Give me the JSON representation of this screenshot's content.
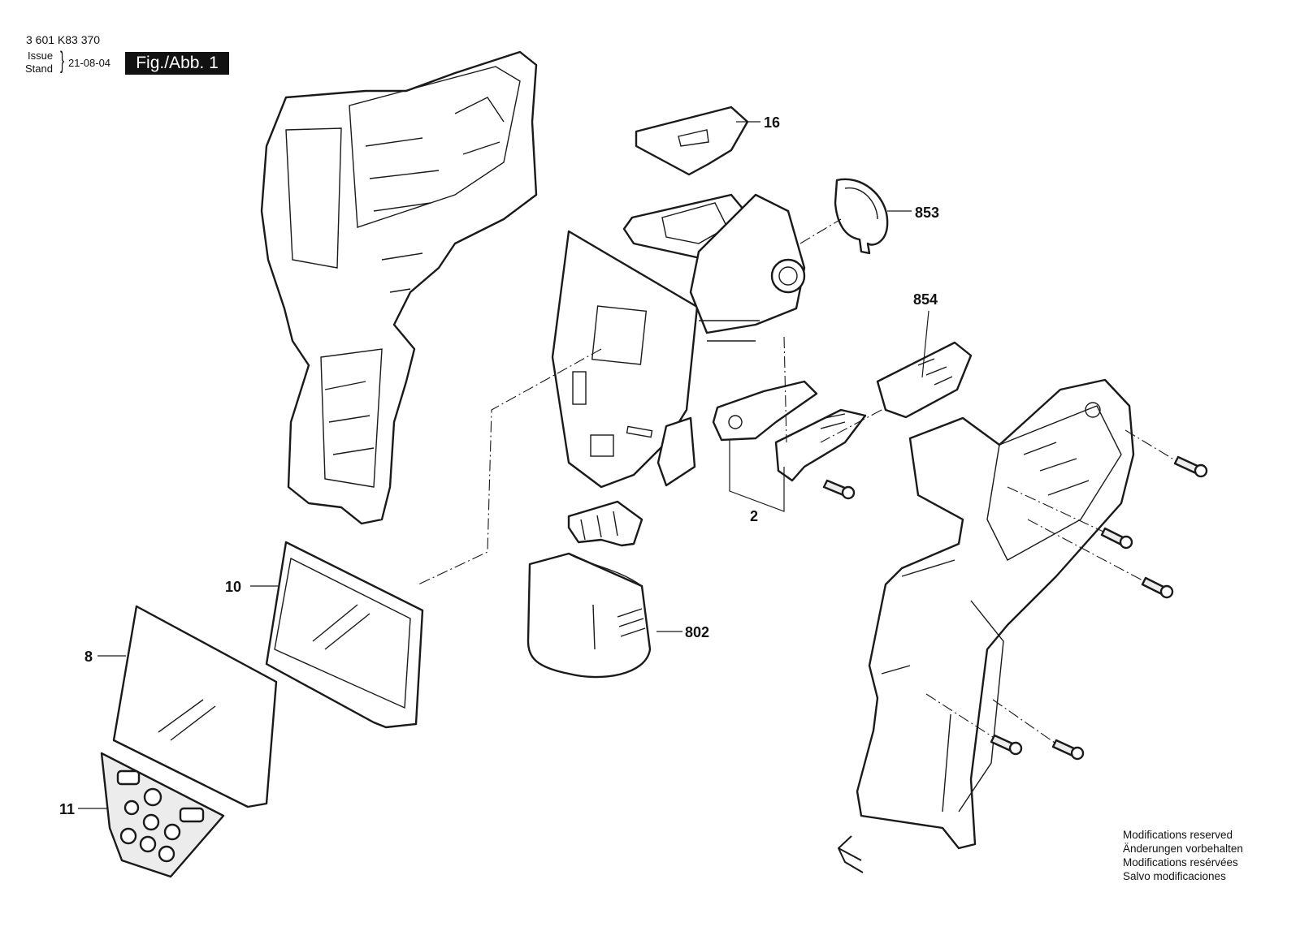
{
  "header": {
    "doc_number": "3 601 K83 370",
    "issue_label": "Issue",
    "stand_label": "Stand",
    "issue_date": "21-08-04",
    "figure_label": "Fig./Abb. 1"
  },
  "callouts": {
    "c16": "16",
    "c853": "853",
    "c854": "854",
    "c2": "2",
    "c10": "10",
    "c8": "8",
    "c802": "802",
    "c11": "11"
  },
  "notes": [
    "Modifications reserved",
    "Änderungen vorbehalten",
    "Modifications resérvées",
    "Salvo modificaciones"
  ]
}
